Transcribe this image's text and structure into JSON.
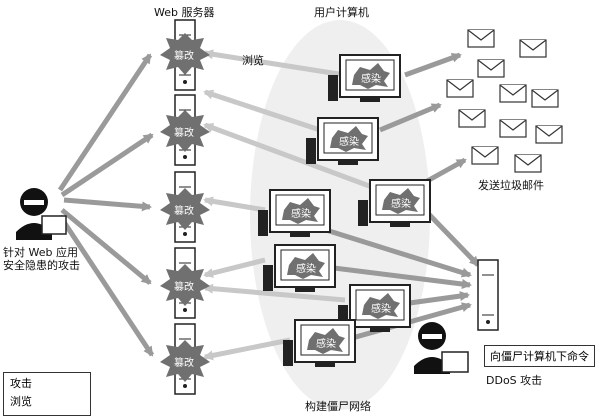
{
  "labels": {
    "web_servers": "Web 服务器",
    "user_computers": "用户计算机",
    "browse": "浏览",
    "spam": "发送垃圾邮件",
    "attacker": "针对 Web 应用\n安全隐患的攻击",
    "zombie_network": "构建僵尸网络",
    "command": "向僵尸计算机下命令",
    "ddos": "DDoS 攻击",
    "tampered": "篡改",
    "infected": "感染"
  },
  "legend": {
    "attack": "攻击",
    "browse": "浏览"
  },
  "colors": {
    "arrow": "#9a9a9a",
    "arrow_light": "#c8c8c8",
    "ellipse": "#efefef",
    "star": "#707070"
  }
}
